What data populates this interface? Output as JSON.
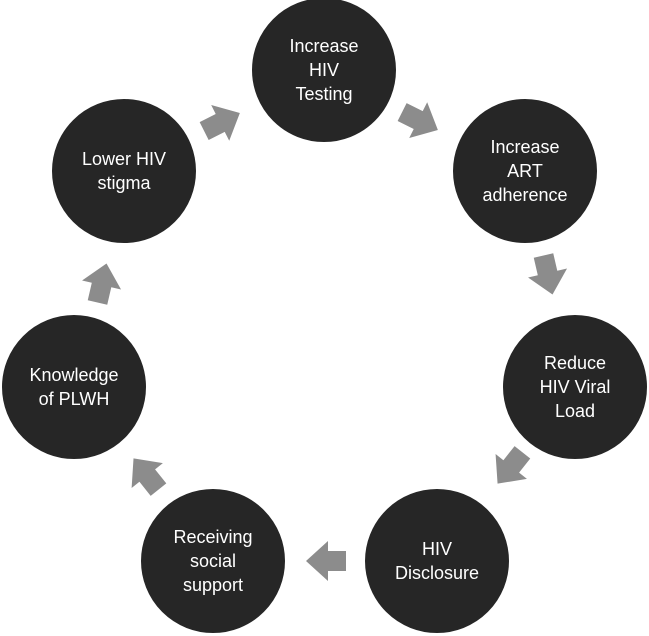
{
  "diagram": {
    "type": "cycle",
    "colors": {
      "node_fill": "#262626",
      "node_text": "#ffffff",
      "arrow_fill": "#8c8c8c",
      "background": "#ffffff"
    },
    "nodes": [
      {
        "id": "testing",
        "lines": [
          "Increase",
          "HIV",
          "Testing"
        ]
      },
      {
        "id": "art",
        "lines": [
          "Increase",
          "ART",
          "adherence"
        ]
      },
      {
        "id": "viral",
        "lines": [
          "Reduce",
          "HIV Viral",
          "Load"
        ]
      },
      {
        "id": "disclosure",
        "lines": [
          "HIV",
          "Disclosure"
        ]
      },
      {
        "id": "support",
        "lines": [
          "Receiving",
          "social",
          "support"
        ]
      },
      {
        "id": "knowledge",
        "lines": [
          "Knowledge",
          "of PLWH"
        ]
      },
      {
        "id": "stigma",
        "lines": [
          "Lower HIV",
          "stigma"
        ]
      }
    ]
  }
}
